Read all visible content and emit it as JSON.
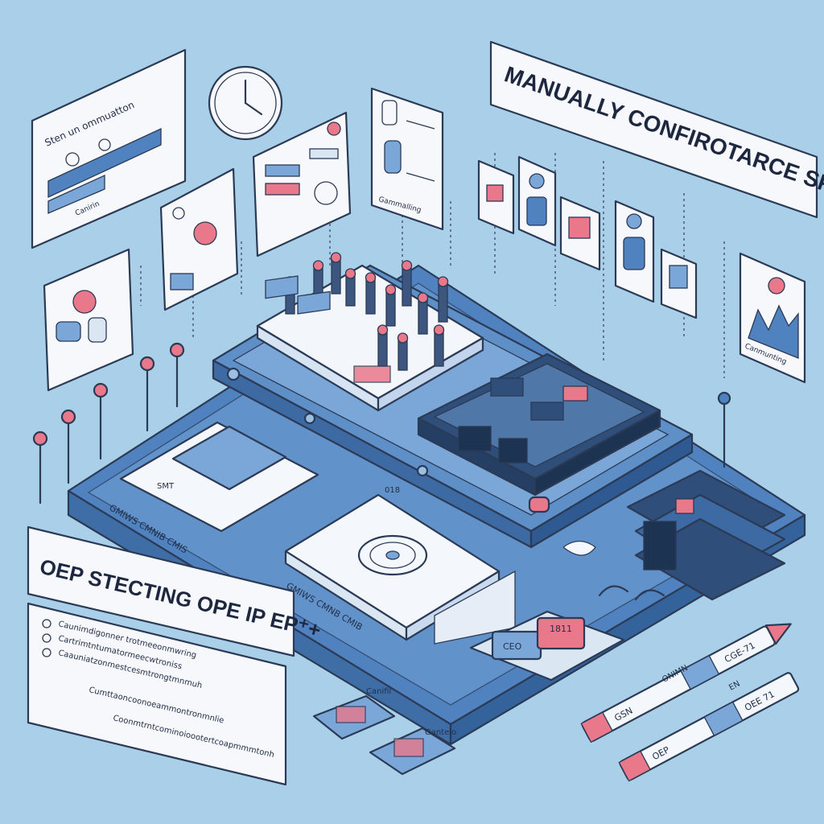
{
  "headline": "MANUALLY CONFIROTARCE SP SMI+",
  "subheadline": "OEP STECTING OPE IP EP⁺+",
  "panels": {
    "step_panel_title": "Sten un ommuatton",
    "step_panel_caption": "Canirin",
    "mid_panel_caption": "Gammalling",
    "right_panel_caption": "Canmunting"
  },
  "notes_list": {
    "items": [
      "Caunimdigonner trotmeeonmwring",
      "Cartrimtntumatormeecwtroniss",
      "Caauniatzonmestcesmtrongtmnmuh"
    ],
    "trailing_lines": [
      "Cumttaoncoonoeammontronmnlie",
      "Coonmtrntcominoioootertcoapmmmtonh"
    ]
  },
  "platform_labels": {
    "front_left": "GMIWS CMNIB CMIS",
    "front_mid": "GMIWS CMNB CMIB",
    "card_top": "SMT",
    "disc_label": "018"
  },
  "chips": {
    "red": "1811",
    "blue": "CEO"
  },
  "cards": {
    "left": "Canifil",
    "right": "Gantelo"
  },
  "pen_labels": [
    "CGE-71",
    "OEE 71",
    "GSN",
    "OEP",
    "ONIMN",
    "EN"
  ],
  "colors": {
    "background": "#a9d0e8",
    "platform": "#4f82bf",
    "ink": "#2b3a55",
    "accent_pink": "#e9788b",
    "panel": "#f7f8fb"
  }
}
